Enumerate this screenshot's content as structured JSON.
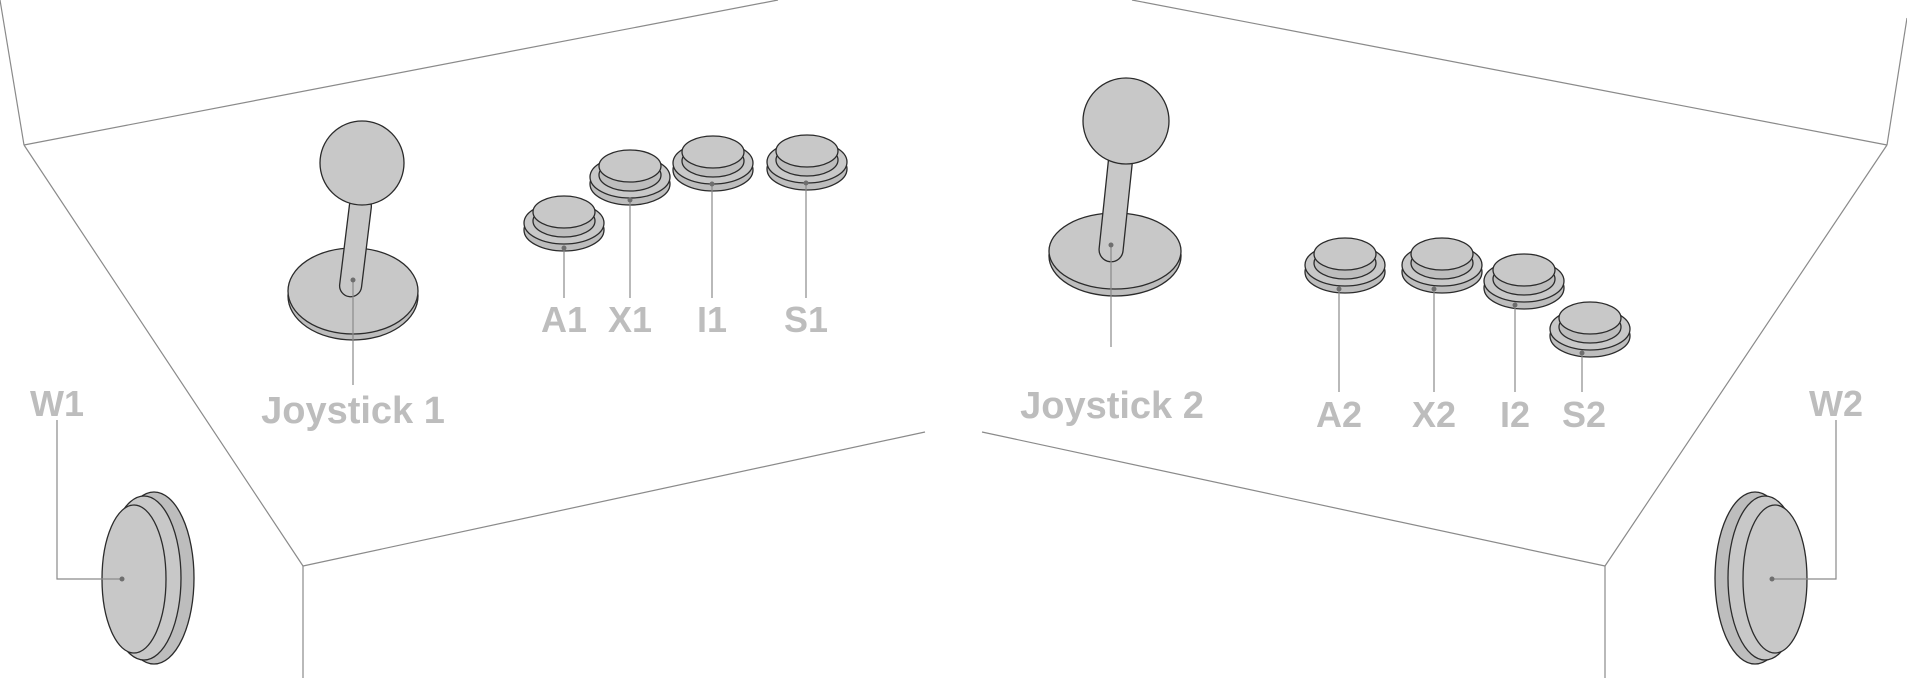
{
  "labels": {
    "joystick1": "Joystick 1",
    "joystick2": "Joystick 2",
    "a1": "A1",
    "x1": "X1",
    "i1": "I1",
    "s1": "S1",
    "a2": "A2",
    "x2": "X2",
    "i2": "I2",
    "s2": "S2",
    "w1": "W1",
    "w2": "W2"
  },
  "colors": {
    "part_fill": "#c8c8c8",
    "outline": "#2b2b2b",
    "label": "#bdbdbd",
    "leader": "#8a8a8a"
  }
}
